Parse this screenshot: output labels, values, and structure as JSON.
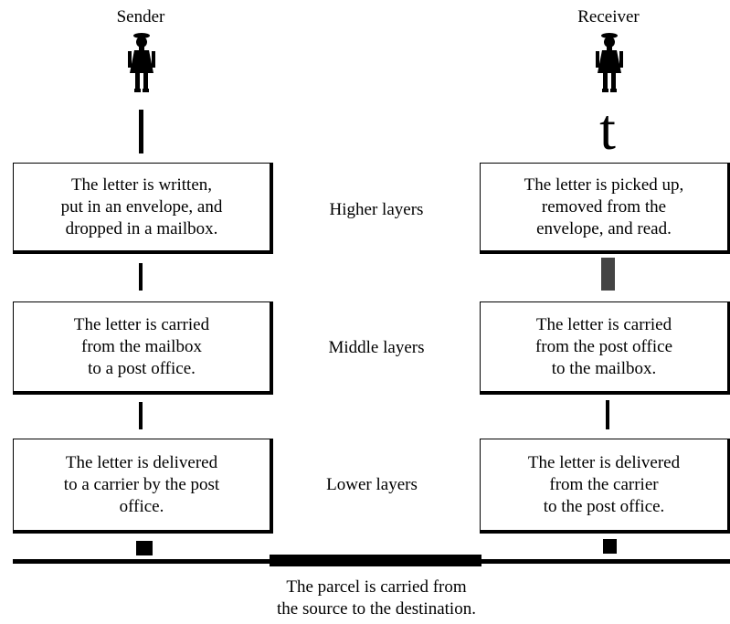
{
  "sender_label": "Sender",
  "receiver_label": "Receiver",
  "sender_boxes": [
    "The letter is written,\nput in an envelope, and\ndropped in a mailbox.",
    "The letter is carried\nfrom the mailbox\nto a post office.",
    "The letter is delivered\nto a carrier by the post\noffice."
  ],
  "receiver_boxes": [
    "The letter is picked up,\nremoved from the\nenvelope, and read.",
    "The letter is carried\nfrom the post office\nto the mailbox.",
    "The letter is delivered\nfrom the carrier\nto the post office."
  ],
  "layer_labels": [
    "Higher layers",
    "Middle layers",
    "Lower layers"
  ],
  "receiver_arrow_glyph": "t",
  "caption": "The parcel is carried from\nthe source to the destination.",
  "icons": [
    "person-icon"
  ]
}
